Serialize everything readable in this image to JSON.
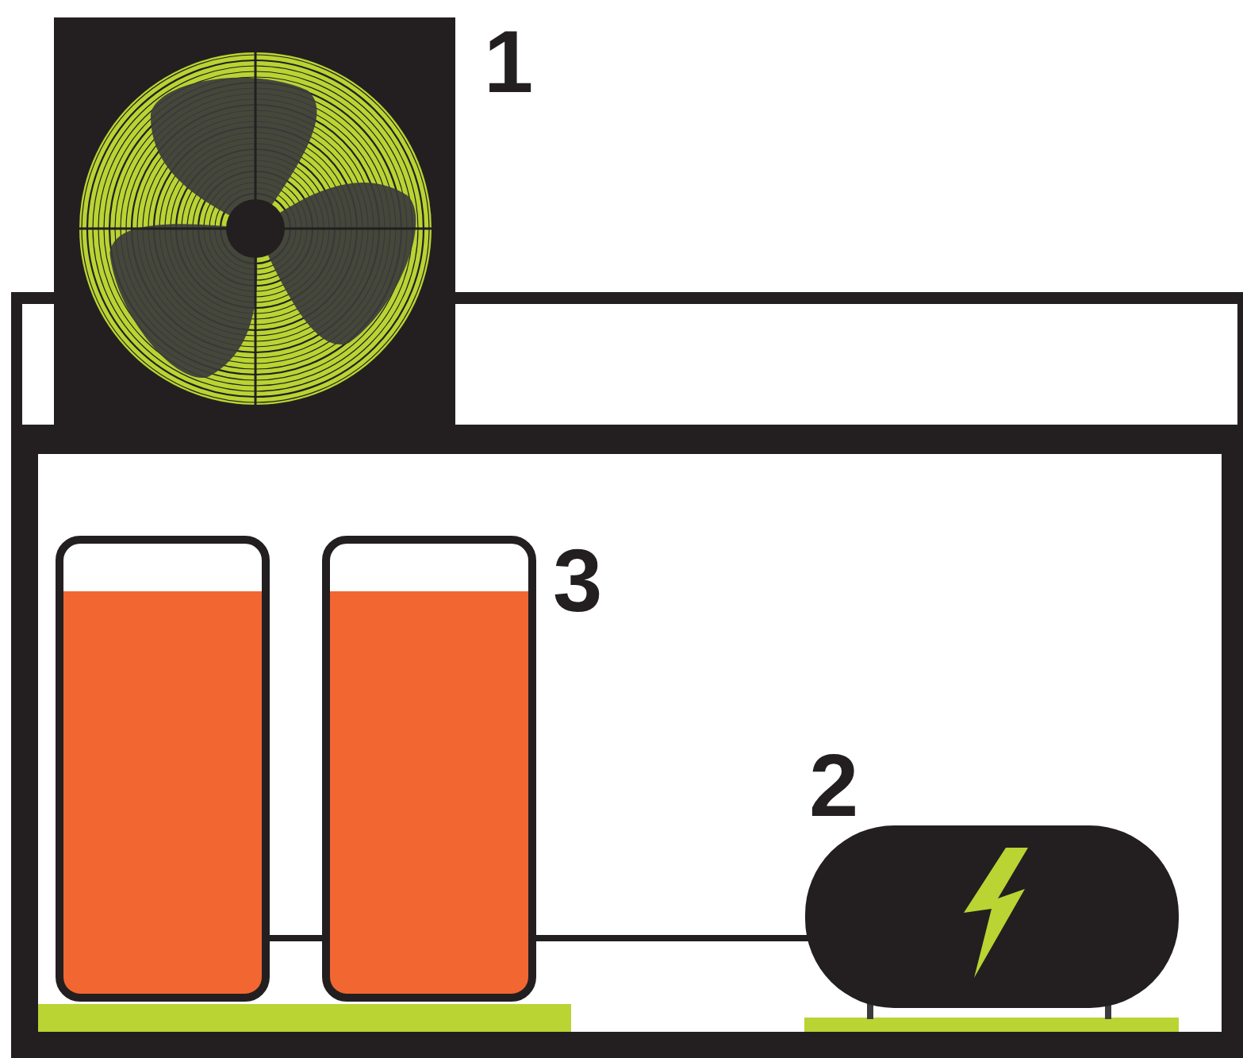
{
  "diagram": {
    "labels": [
      "1",
      "3",
      "2"
    ]
  }
}
